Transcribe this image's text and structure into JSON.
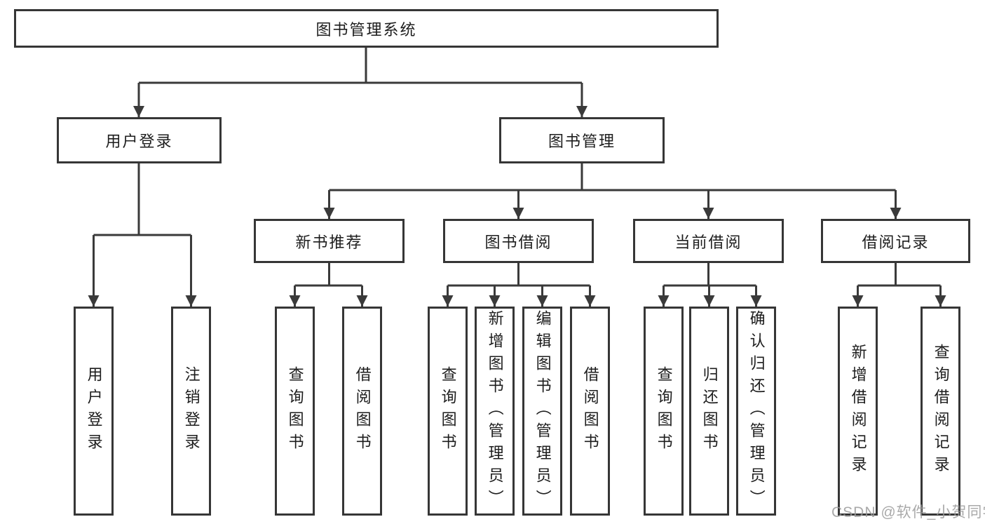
{
  "diagram": {
    "watermark": "CSDN @软件_小贺同学"
  },
  "colors": {
    "line": "#3a3a3a",
    "box_border": "#363636",
    "box_fill": "#ffffff",
    "text": "#1d1d1d",
    "watermark": "#9b9b9b",
    "background": "#ffffff"
  },
  "nodes": {
    "root": {
      "label": "图书管理系统"
    },
    "user_login": {
      "label": "用户登录"
    },
    "book_mgmt": {
      "label": "图书管理"
    },
    "new_book_rec": {
      "label": "新书推荐"
    },
    "book_borrow": {
      "label": "图书借阅"
    },
    "current_borrow": {
      "label": "当前借阅"
    },
    "borrow_record": {
      "label": "借阅记录"
    },
    "login": {
      "label": "用户登录"
    },
    "logout": {
      "label": "注销登录"
    },
    "rec_query": {
      "label": "查询图书"
    },
    "rec_borrow": {
      "label": "借阅图书"
    },
    "bb_query": {
      "label": "查询图书"
    },
    "bb_add": {
      "label": "新增图书（管理员）"
    },
    "bb_edit": {
      "label": "编辑图书（管理员）"
    },
    "bb_borrow": {
      "label": "借阅图书"
    },
    "cb_query": {
      "label": "查询图书"
    },
    "cb_return": {
      "label": "归还图书"
    },
    "cb_confirm": {
      "label": "确认归还（管理员）"
    },
    "br_add": {
      "label": "新增借阅记录"
    },
    "br_query": {
      "label": "查询借阅记录"
    }
  }
}
